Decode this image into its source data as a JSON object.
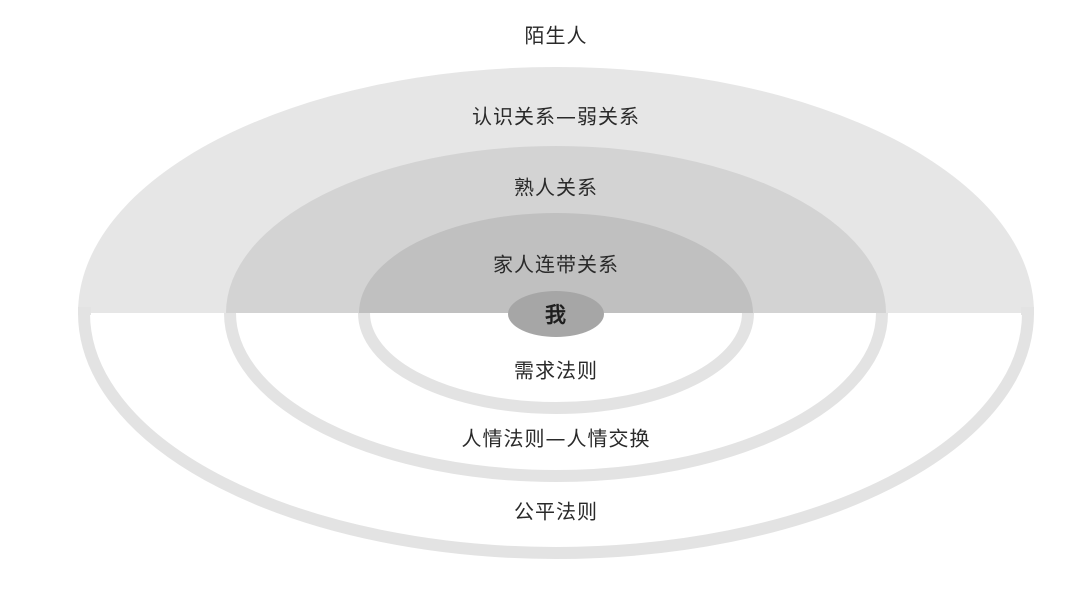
{
  "diagram": {
    "outer_label": "陌生人",
    "upper_rings": {
      "outer": "认识关系—弱关系",
      "middle": "熟人关系",
      "inner": "家人连带关系"
    },
    "center": "我",
    "lower_rings": {
      "inner": "需求法则",
      "middle": "人情法则—人情交换",
      "outer": "公平法则"
    },
    "colors": {
      "ring_outer_fill": "#e6e6e6",
      "ring_middle_fill": "#d3d3d3",
      "ring_inner_fill": "#c0c0c0",
      "center_fill": "#a6a6a6",
      "lower_stroke": "#e3e3e3"
    }
  }
}
